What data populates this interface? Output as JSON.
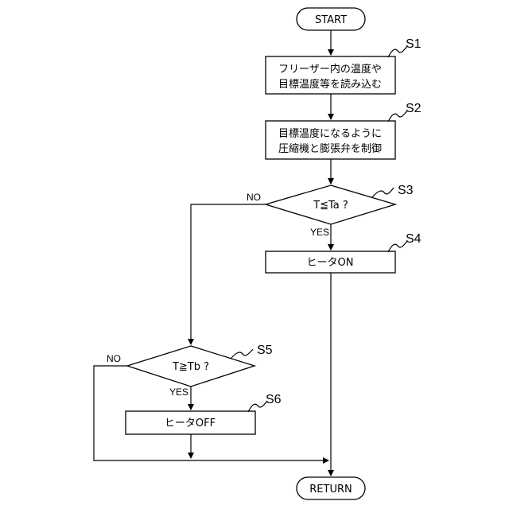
{
  "flowchart": {
    "start": "START",
    "end": "RETURN",
    "steps": {
      "s1": {
        "id": "S1",
        "line1": "フリーザー内の温度や",
        "line2": "目標温度等を読み込む"
      },
      "s2": {
        "id": "S2",
        "line1": "目標温度になるように",
        "line2": "圧縮機と膨張弁を制御"
      },
      "s3": {
        "id": "S3",
        "condition": "T≦Ta ?",
        "yes": "YES",
        "no": "NO"
      },
      "s4": {
        "id": "S4",
        "text": "ヒータON"
      },
      "s5": {
        "id": "S5",
        "condition": "T≧Tb ?",
        "yes": "YES",
        "no": "NO"
      },
      "s6": {
        "id": "S6",
        "text": "ヒータOFF"
      }
    }
  }
}
